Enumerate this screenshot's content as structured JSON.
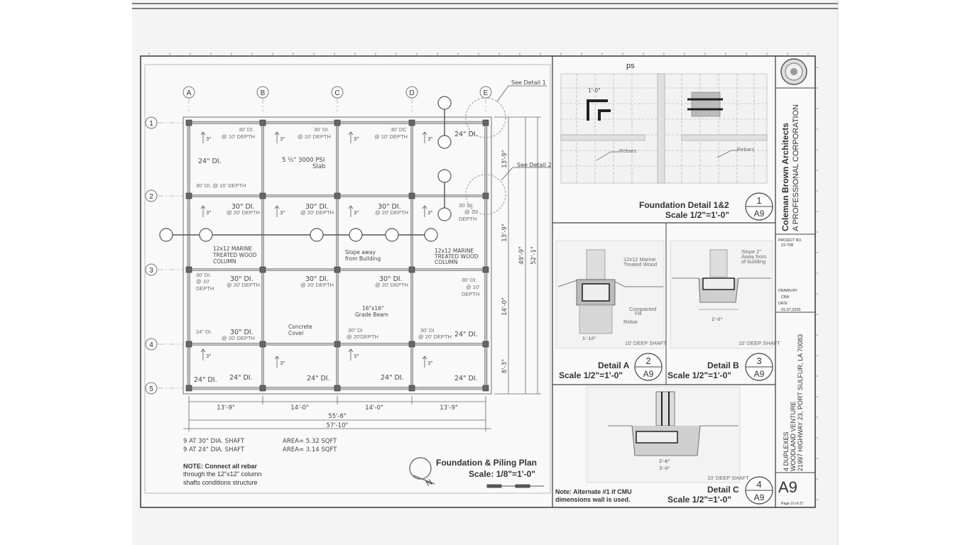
{
  "sheet_label": "ps",
  "plan": {
    "grid_cols": [
      "A",
      "B",
      "C",
      "D",
      "E"
    ],
    "grid_rows": [
      "1",
      "2",
      "3",
      "4",
      "5"
    ],
    "see_detail_1": "See Detail 1",
    "see_detail_2": "See Detail 2",
    "slab": "5 ½\" 3000 PSI",
    "slab2": "Slab",
    "col_note": "12x12 MARINE",
    "col_note2": "TREATED WOOD",
    "col_note3": "COLUMN",
    "slope": "Slope away",
    "slope2": "from Building",
    "beam": "16\"x16\"",
    "beam2": "Grade Beam",
    "cover": "Concrete",
    "cover2": "Cover",
    "di30": "30\" DI.",
    "di24": "24\" DI.",
    "slope3": "3\"",
    "depth10": "@ 10' DEPTH",
    "depth20": "@ 20' DEPTH",
    "depth20b": "@ 20'DEPTH",
    "a_30di": "30' DI.",
    "a_30dc": "30' DC",
    "a_30di_10": "30' DI. @ 10' DEPTH",
    "a_30di_short": "30' DI.",
    "a_at": "@ 10'",
    "a_depth": "DEPTH",
    "a_24di": "24\" DI.",
    "a_30dib": "30\" DI",
    "a_30di_c": "30' DI",
    "dim_13_9": "13'-9\"",
    "dim_14_0": "14'-0\"",
    "dim_55_6": "55'-6\"",
    "dim_57_10": "57'-10\"",
    "dim_13_9v": "13'-9\"",
    "dim_14_0v": "14'-0\"",
    "dim_8_3": "8'-3\"",
    "dim_49_9": "49'-9\"",
    "dim_52_1": "52'-1\"",
    "shaft1": "9  AT  30\"  DIA.  SHAFT",
    "shaft2": "9  AT  24\"  DIA.  SHAFT",
    "area1": "AREA=  5.32  SQFT",
    "area2": "AREA=  3.14  SQFT",
    "note1": "NOTE: Connect all rebar",
    "note2": "through the 12\"x12\" column",
    "note3": "shafts conditions structure",
    "title": "Foundation & Piling Plan",
    "scale": "Scale: 1/8\"=1'-0\"",
    "north": "N"
  },
  "details": {
    "d1_title": "Foundation Detail 1&2",
    "d1_scale": "Scale 1/2\"=1'-0\"",
    "d1_num": "1",
    "sheet": "A9",
    "rebar": "Rebars",
    "d1_dim": "1'-0\"",
    "dA_title": "Detail A",
    "dA_scale": "Scale 1/2\"=1'-0\"",
    "dA_num": "2",
    "dB_title": "Detail B",
    "dB_scale": "Scale 1/2\"=1'-0\"",
    "dB_num": "3",
    "dC_title": "Detail C",
    "dC_scale": "Scale 1/2\"=1'-0\"",
    "dC_num": "4",
    "dA_note1": "12x12 Marine",
    "dA_note2": "Treated Wood",
    "dA_note3": "Compacted",
    "dA_note4": "Fill",
    "dA_note5": "Rebar",
    "dA_dim": "1'-10\"",
    "dA_shaft": "10' DEEP SHAFT",
    "dB_note1": "Slope 2\"",
    "dB_note2": "Away from",
    "dB_note3": "of building",
    "dB_dim": "2'-0\"",
    "dB_shaft": "10' DEEP SHAFT",
    "dC_dim1": "2'-6\"",
    "dC_dim2": "3'-0\"",
    "dC_shaft": "10' DEEP SHAFT",
    "note_c1": "Note: Alternate #1 if CMU",
    "note_c2": "dimensions wall is used."
  },
  "titleblock": {
    "firm1": "Coleman Brown Architects",
    "firm2": "A PROFESSIONAL CORPORATION",
    "project1": "4 DUPLEXES",
    "project2": "WOODLAND VENTURE",
    "project3": "21997 HIGHWAY 23, PORT SULFUR, LA 70083",
    "f1": "PROJECT NO.",
    "v1": "23-708",
    "f2": "DRAWN BY",
    "v2": "CBA",
    "f3": "DATE",
    "v3": "01.07.2025",
    "sheet": "A9",
    "page": "Page 10 of 27"
  }
}
